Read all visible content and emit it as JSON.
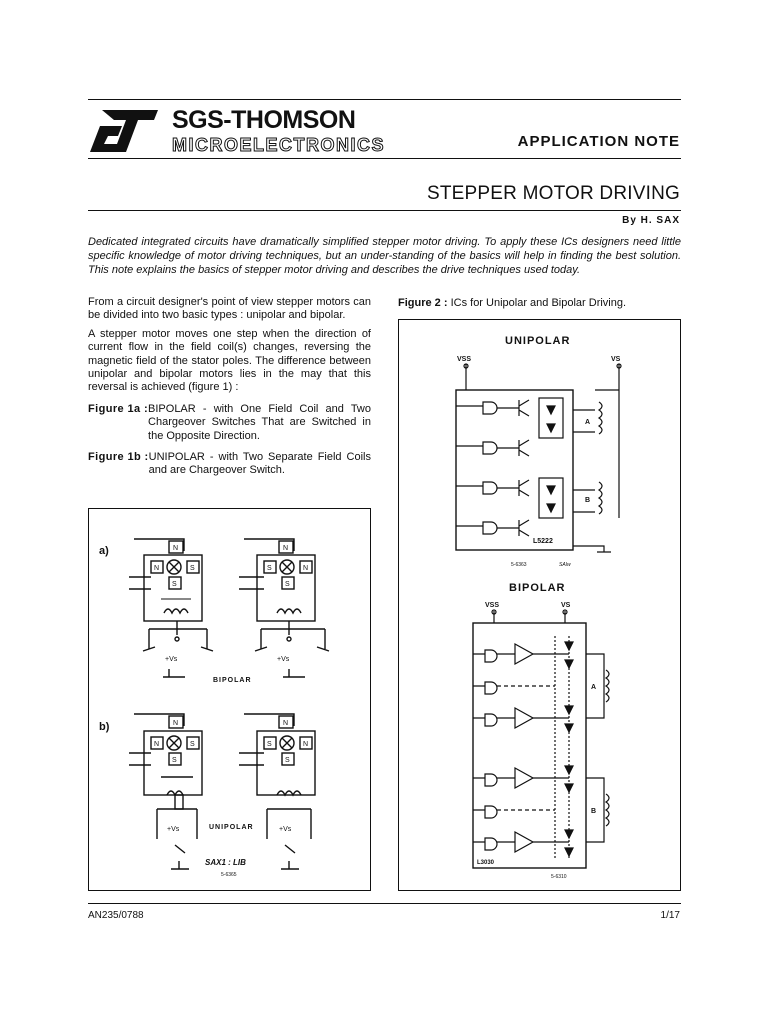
{
  "header": {
    "company": "SGS-THOMSON",
    "division": "MICROELECTRONICS",
    "doc_type": "APPLICATION NOTE"
  },
  "title": "STEPPER MOTOR DRIVING",
  "author": "By H. SAX",
  "abstract": "Dedicated integrated circuits have dramatically simplified stepper motor driving. To apply these ICs designers need little specific knowledge of motor driving techniques, but an under-standing of the basics will help in finding the best solution. This note explains the basics of stepper motor driving and describes the drive techniques used today.",
  "body": {
    "p1": "From a circuit designer's point of view stepper motors can be divided into two basic types : unipolar and bipolar.",
    "p2": "A stepper motor moves one step when the direction of current flow in the field coil(s) changes, reversing the magnetic field of the stator poles. The difference between unipolar and bipolar motors lies in the may that this reversal is achieved (figure 1) :",
    "fig1a_label": "Figure 1a :",
    "fig1a_text": "BIPOLAR - with One Field Coil and Two Chargeover Switches That are Switched in the Opposite Direction.",
    "fig1b_label": "Figure 1b :",
    "fig1b_text": "UNIPOLAR - with Two Separate Field Coils and are Chargeover Switch."
  },
  "figure2": {
    "label": "Figure 2 :",
    "caption": "ICs for Unipolar and Bipolar Driving.",
    "unipolar_title": "UNIPOLAR",
    "bipolar_title": "BIPOLAR",
    "unipolar_vss": "VSS",
    "unipolar_vs": "VS",
    "unipolar_ic": "L5222",
    "unipolar_code": "5-6363",
    "unipolar_code2": "SAIw",
    "coil_a": "A",
    "coil_b": "B",
    "bipolar_vss": "VSS",
    "bipolar_vs": "VS",
    "bipolar_ic": "L3030",
    "bipolar_code": "5-6310"
  },
  "figure1": {
    "label_a": "a)",
    "label_b": "b)",
    "n": "N",
    "s": "S",
    "vs": "+Vs",
    "bipolar": "BIPOLAR",
    "unipolar": "UNIPOLAR",
    "signature": "SAX1 : LIB",
    "code": "5-6365"
  },
  "footer": {
    "doc_number": "AN235/0788",
    "page": "1/17"
  }
}
